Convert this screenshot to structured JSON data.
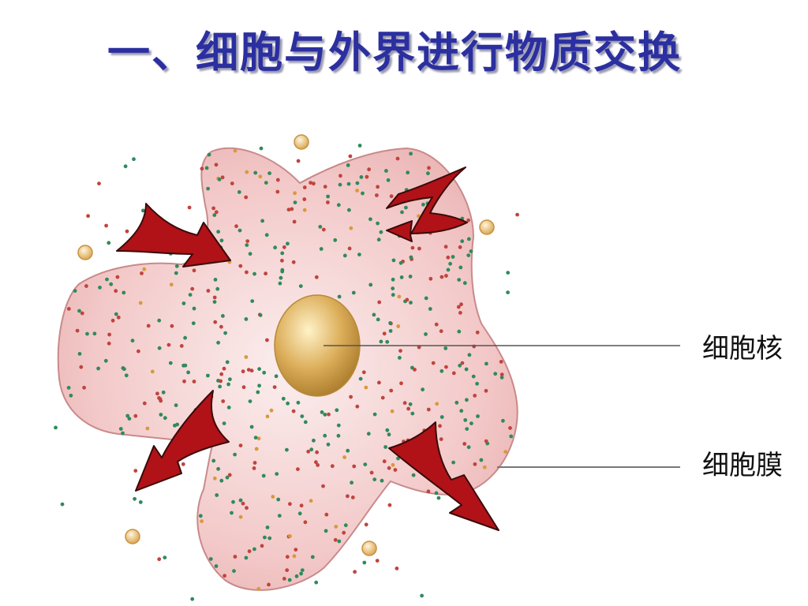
{
  "slide": {
    "title": "一、细胞与外界进行物质交换"
  },
  "labels": {
    "nucleus": "细胞核",
    "membrane": "细胞膜"
  },
  "colors": {
    "title": "#2b2fa0",
    "cell_fill": "#f2c4c4",
    "cell_edge": "#c98a8a",
    "nucleus": "#d6a94e",
    "arrow": "#b01217",
    "dot_green": "#2f8a5c",
    "dot_red": "#c0443c",
    "dot_orange": "#d79a3a"
  },
  "arrows": [
    {
      "direction": "in"
    },
    {
      "direction": "in"
    },
    {
      "direction": "out"
    },
    {
      "direction": "out"
    }
  ]
}
